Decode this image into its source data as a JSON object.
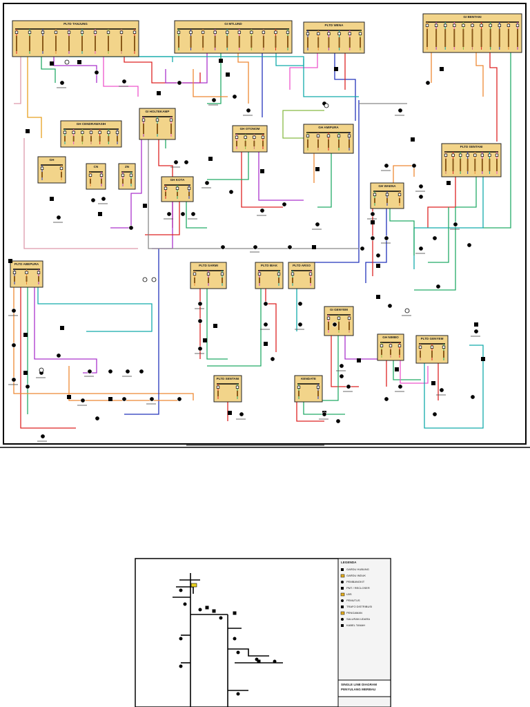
{
  "diagram": {
    "substations": [
      {
        "id": "pltd-tanjung",
        "name": "PLTD TANJUNG"
      },
      {
        "id": "gi-mtlund",
        "name": "GI MTLUND"
      },
      {
        "id": "pltd-wena",
        "name": "PLTD WENA"
      },
      {
        "id": "gi-bentani",
        "name": "GI BENTANI"
      },
      {
        "id": "gh-holtekamp",
        "name": "GI HOLTEKAMP"
      },
      {
        "id": "gh-cendrawasih",
        "name": "GH CENDRAWASIH"
      },
      {
        "id": "gh-otonom",
        "name": "GH OTONOM"
      },
      {
        "id": "gh-amipura",
        "name": "GH AMIPURA"
      },
      {
        "id": "pltd-sentani",
        "name": "PLTD SENTANI"
      },
      {
        "id": "gh-kotaraja",
        "name": "GH KOTA"
      },
      {
        "id": "gh-waena",
        "name": "GH WAENA"
      },
      {
        "id": "pltd-abepura",
        "name": "PLTD ABEPURA"
      },
      {
        "id": "pltd-sarmi",
        "name": "PLTD SARMI"
      },
      {
        "id": "pltd-biak",
        "name": "PLTD BIAK"
      },
      {
        "id": "pltd-arso",
        "name": "PLTD ARSO"
      },
      {
        "id": "gi-genyem",
        "name": "GI GENYEM"
      },
      {
        "id": "gh-nimbo",
        "name": "GH NIMBO"
      },
      {
        "id": "pltd-genyem",
        "name": "PLTD GENYEM"
      },
      {
        "id": "pltd-sentani-2",
        "name": "PLTD SENTANI"
      },
      {
        "id": "kendate",
        "name": "KENDATE"
      },
      {
        "id": "gh-cs",
        "name": "GH"
      },
      {
        "id": "gh-cn",
        "name": "CN"
      },
      {
        "id": "gh-zn",
        "name": "ZN"
      }
    ]
  },
  "inset": {
    "legend_title": "LEGENDA",
    "legend_items": [
      "GARDU HUBUNG",
      "GARDU INDUK",
      "PEMBANGKIT",
      "PMT / RECLOSER",
      "LBS",
      "PEMUTUS",
      "TRAFO DISTRIBUSI",
      "PENGAMAN",
      "SALURAN UDARA",
      "KABEL TANAH"
    ],
    "title_block": [
      "SINGLE LINE DIAGRAM",
      "PENYULANG MERBAU"
    ]
  }
}
